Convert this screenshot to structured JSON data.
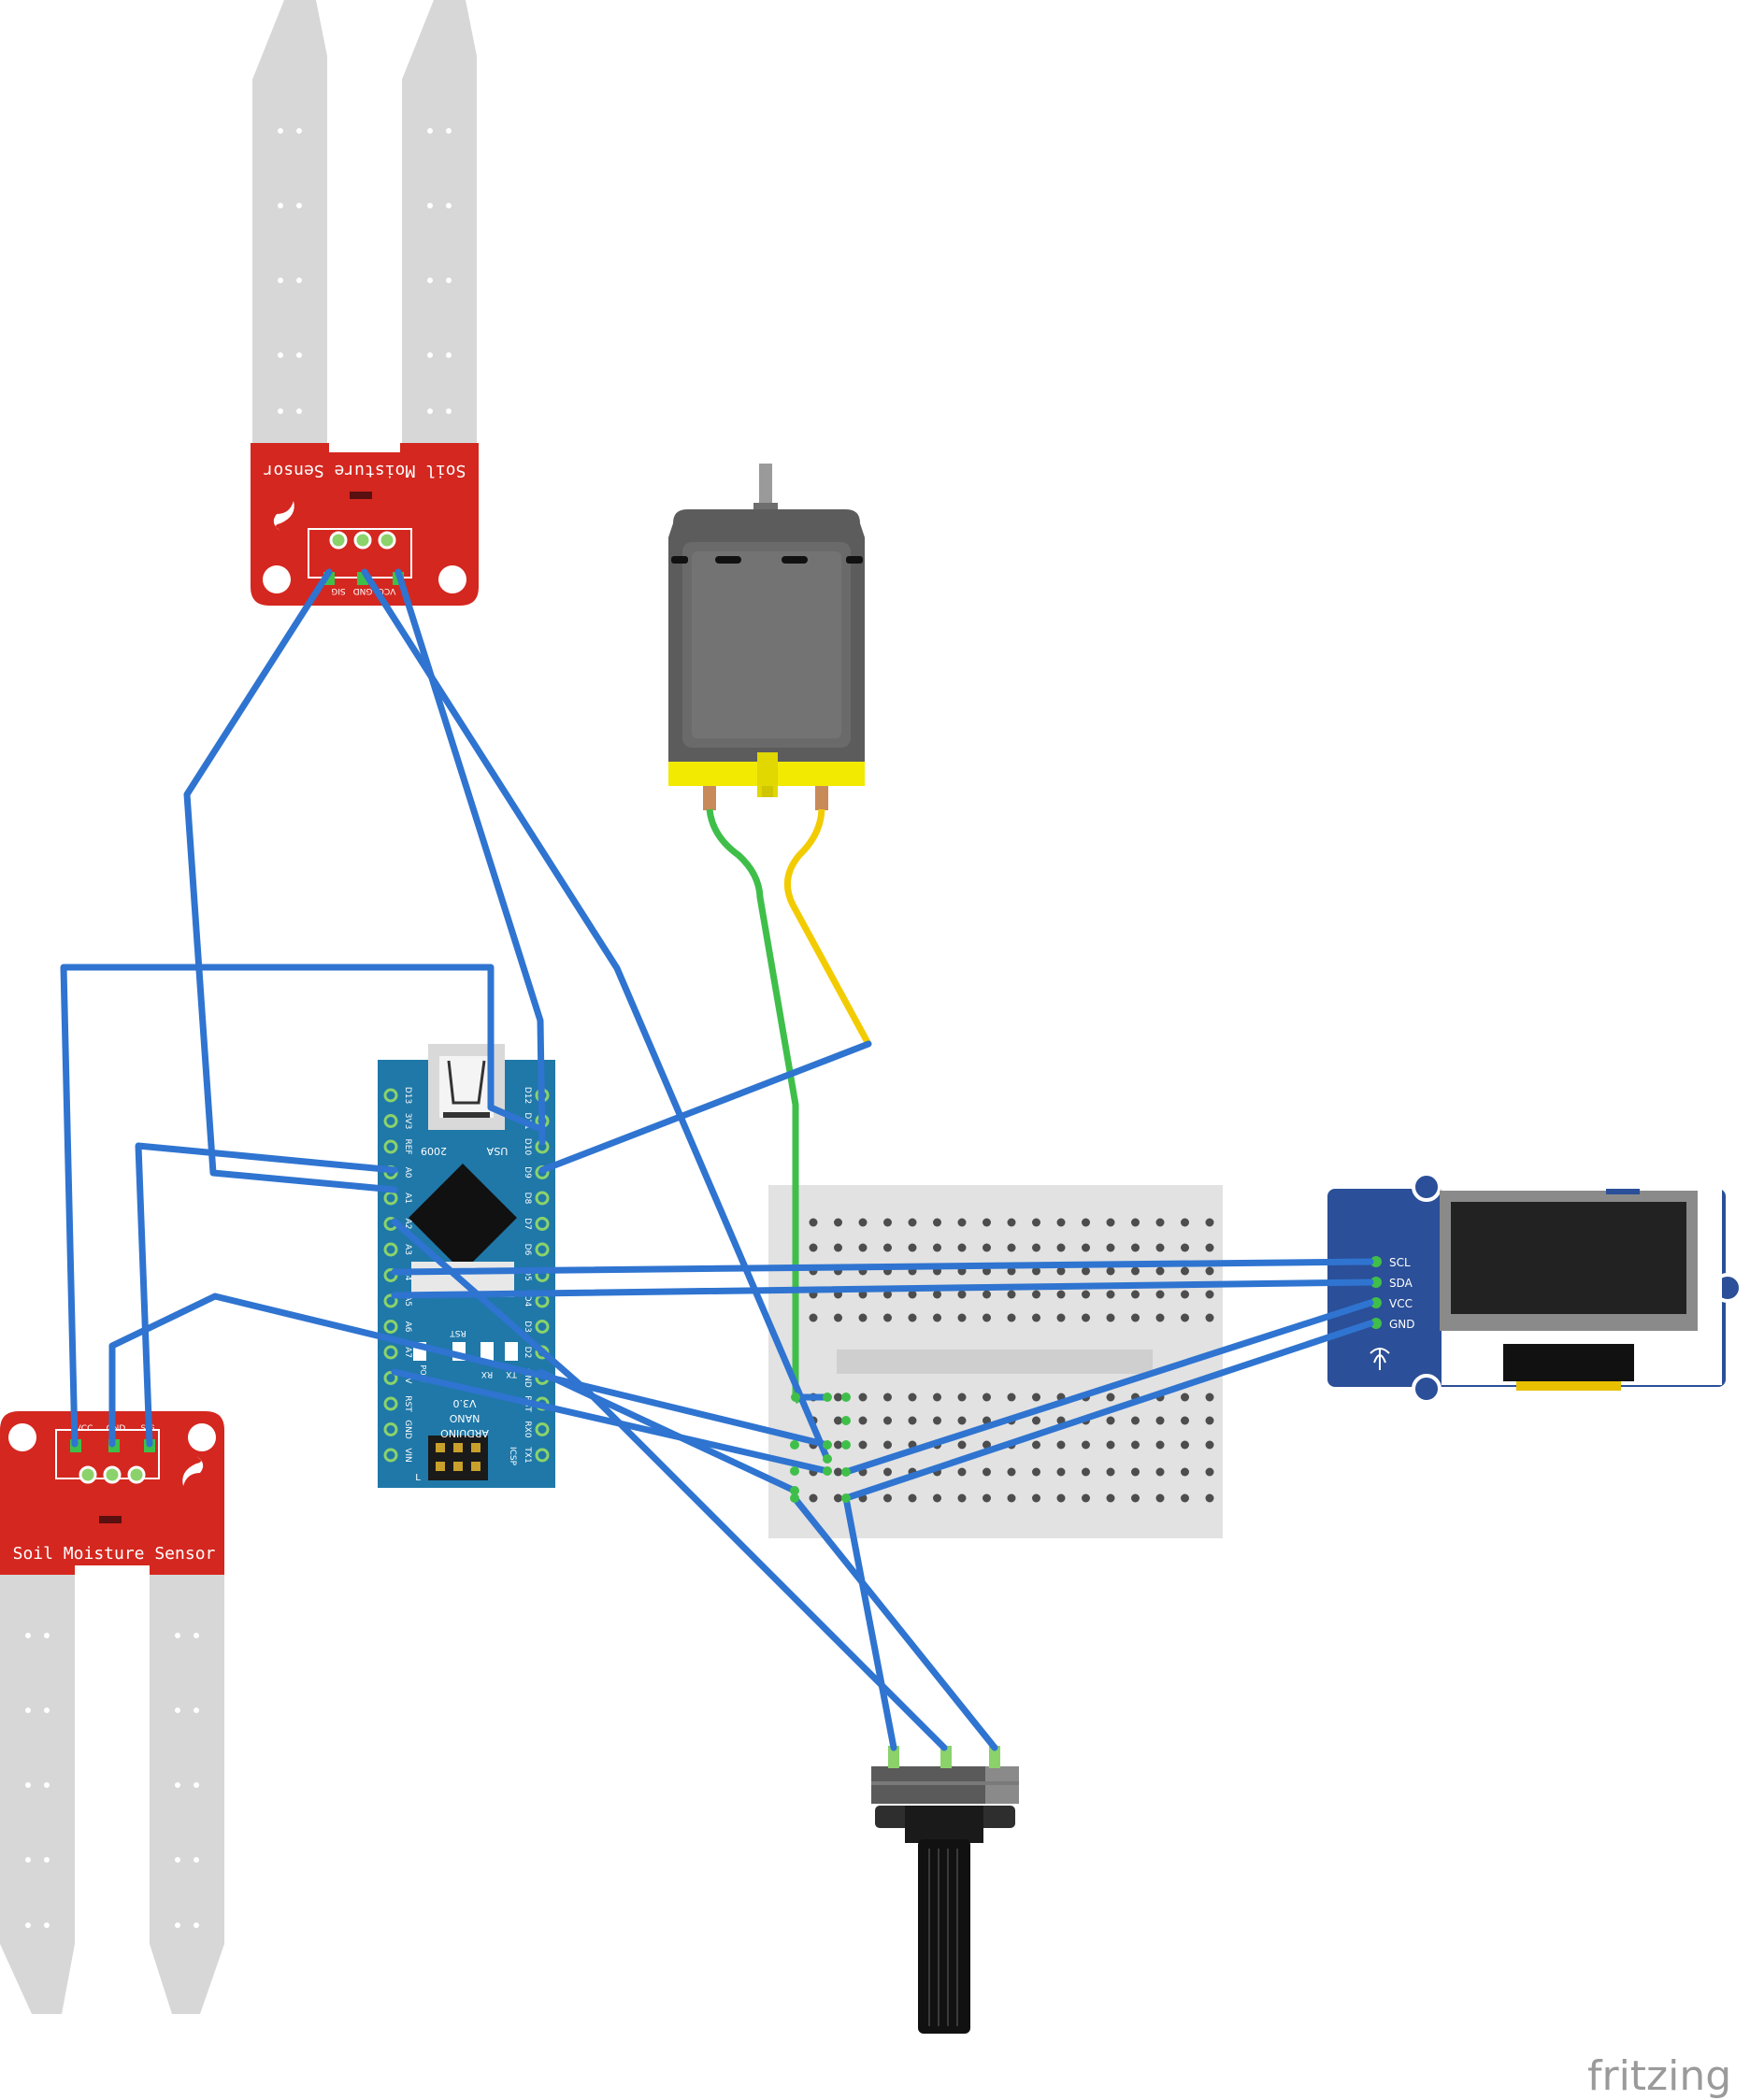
{
  "sensor_top": {
    "title": "Soil Moisture Sensor",
    "pins": [
      "SIG",
      "GND",
      "VCC"
    ]
  },
  "sensor_bottom": {
    "title": "Soil Moisture Sensor",
    "pins": [
      "VCC",
      "GND",
      "SIG"
    ]
  },
  "arduino": {
    "board_lines": [
      "ARDUINO",
      "NANO",
      "V3.0"
    ],
    "year": "2009",
    "usb": "USA",
    "left_pins": [
      "D13",
      "3V3",
      "REF",
      "A0",
      "A1",
      "A2",
      "A3",
      "A4",
      "A5",
      "A6",
      "A7",
      "5V",
      "RST",
      "GND",
      "VIN"
    ],
    "right_pins": [
      "D12",
      "D11",
      "D10",
      "D9",
      "D8",
      "D7",
      "D6",
      "D5",
      "D4",
      "D3",
      "D2",
      "GND",
      "RST",
      "RX0",
      "TX1"
    ],
    "labels": {
      "rst": "RST",
      "led": "L",
      "pwr": "POW",
      "tx": "TX",
      "rx": "RX",
      "icsp": "ICSP"
    }
  },
  "oled": {
    "pins": [
      "SCL",
      "SDA",
      "VCC",
      "GND"
    ]
  },
  "watermark": "fritzing",
  "colors": {
    "wire_blue": "#2f74d0",
    "wire_green": "#3fbf4a",
    "wire_yellow": "#f2cc00",
    "sensor_red": "#d4271f",
    "arduino_teal": "#1f78a8",
    "oled_navy": "#2b4f98",
    "motor_gray": "#5c5c5c",
    "motor_yellow": "#f2ea00"
  }
}
